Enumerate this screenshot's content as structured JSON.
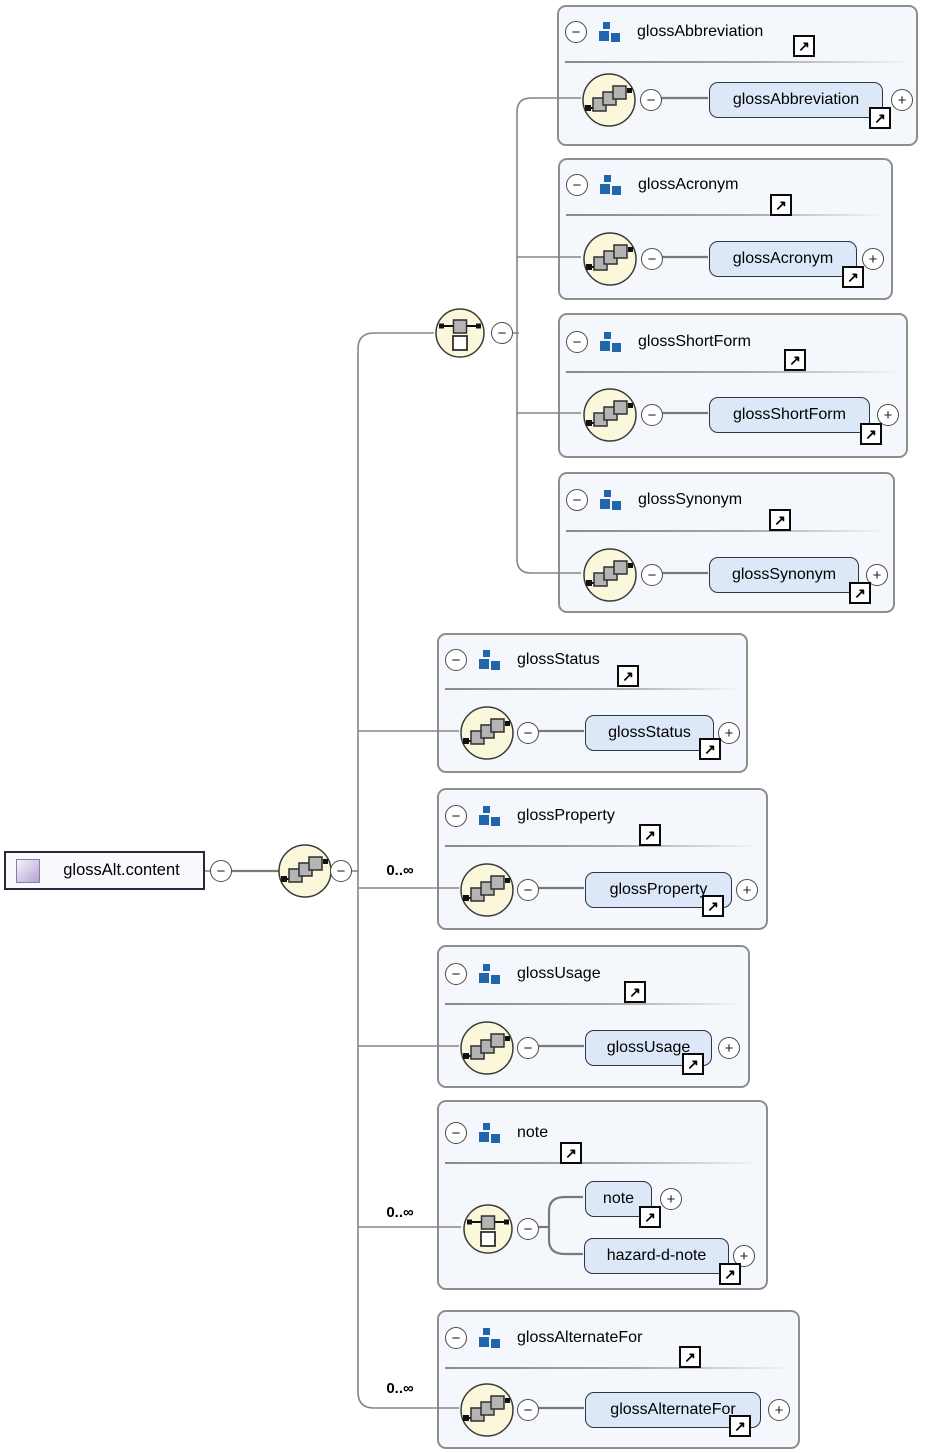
{
  "icons": {
    "minus": "−",
    "plus": "+",
    "link": "↗"
  },
  "diagram": {
    "root": {
      "label": "glossAlt.content"
    },
    "groups": [
      {
        "name": "glossAbbreviation",
        "elements": [
          {
            "label": "glossAbbreviation"
          }
        ]
      },
      {
        "name": "glossAcronym",
        "elements": [
          {
            "label": "glossAcronym"
          }
        ]
      },
      {
        "name": "glossShortForm",
        "elements": [
          {
            "label": "glossShortForm"
          }
        ]
      },
      {
        "name": "glossSynonym",
        "elements": [
          {
            "label": "glossSynonym"
          }
        ]
      },
      {
        "name": "glossStatus",
        "elements": [
          {
            "label": "glossStatus"
          }
        ]
      },
      {
        "name": "glossProperty",
        "occurrence": "0..∞",
        "elements": [
          {
            "label": "glossProperty"
          }
        ]
      },
      {
        "name": "glossUsage",
        "elements": [
          {
            "label": "glossUsage"
          }
        ]
      },
      {
        "name": "note",
        "occurrence": "0..∞",
        "elements": [
          {
            "label": "note"
          },
          {
            "label": "hazard-d-note"
          }
        ]
      },
      {
        "name": "glossAlternateFor",
        "occurrence": "0..∞",
        "elements": [
          {
            "label": "glossAlternateFor"
          }
        ]
      }
    ],
    "colors": {
      "element_fill": "#dce8f8",
      "group_fill": "#f4f7fb",
      "group_icon_blue": "#2166ad",
      "compositor_fill": "#faf7da",
      "connector_gray": "#7a7a7a"
    }
  }
}
